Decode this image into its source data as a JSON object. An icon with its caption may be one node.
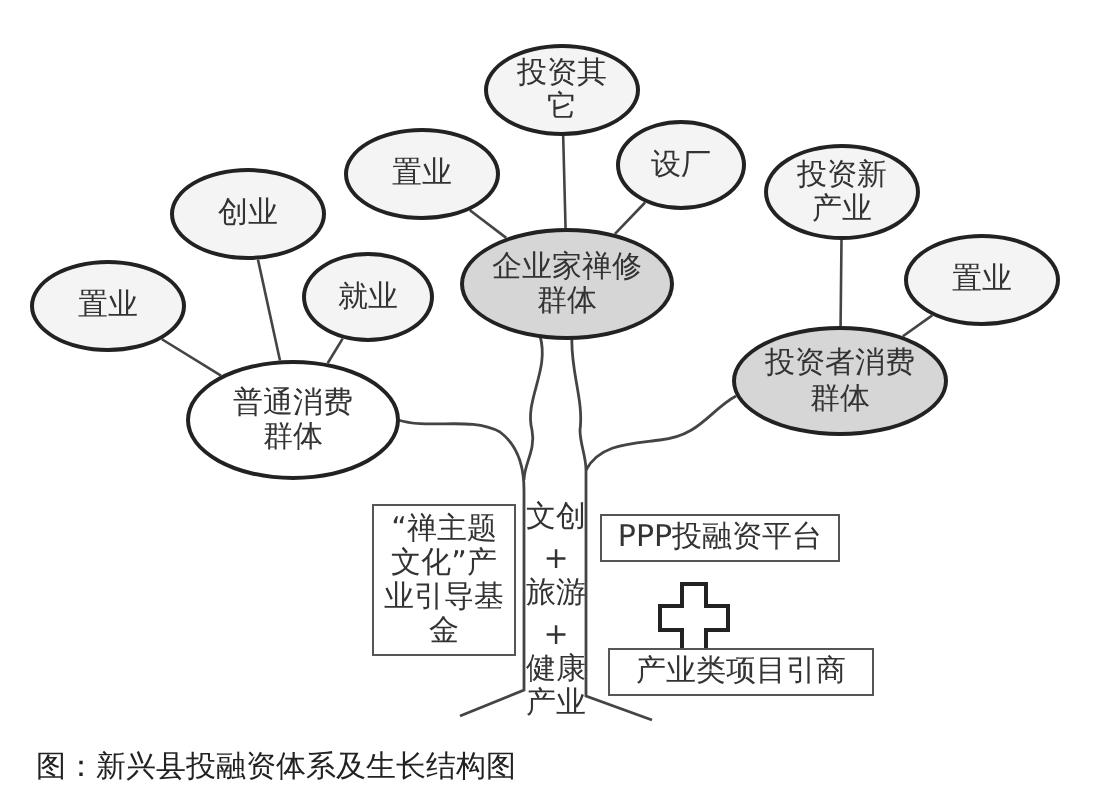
{
  "diagram": {
    "caption": "图：新兴县投融资体系及生长结构图",
    "nodes": [
      {
        "text": [
          "置业"
        ]
      },
      {
        "text": [
          "创业"
        ]
      },
      {
        "text": [
          "就业"
        ]
      },
      {
        "text": [
          "普通消费群体"
        ]
      },
      {
        "text": [
          "置业"
        ]
      },
      {
        "text": [
          "投资其它"
        ]
      },
      {
        "text": [
          "设厂"
        ]
      },
      {
        "text": [
          "企业家禅修群体"
        ]
      },
      {
        "text": [
          "投资新产业"
        ]
      },
      {
        "text": [
          "置业"
        ]
      },
      {
        "text": [
          "投资者消费群体"
        ]
      },
      {
        "text": [
          "“禅主题文化”产业引导基金"
        ]
      },
      {
        "text": [
          "PPP投融资平台"
        ]
      },
      {
        "text": [
          "产业类项目引商"
        ]
      }
    ],
    "edges": [
      {
        "from": 0,
        "to": 3,
        "arrow": "none"
      },
      {
        "from": 1,
        "to": 3,
        "arrow": "none"
      },
      {
        "from": 2,
        "to": 3,
        "arrow": "none"
      },
      {
        "from": 4,
        "to": 7,
        "arrow": "none"
      },
      {
        "from": 5,
        "to": 7,
        "arrow": "none"
      },
      {
        "from": 6,
        "to": 7,
        "arrow": "none"
      },
      {
        "from": 8,
        "to": 10,
        "arrow": "none"
      },
      {
        "from": 9,
        "to": 10,
        "arrow": "none"
      }
    ],
    "labels": [
      "文创",
      "+",
      "旅游",
      "+",
      "健康产业"
    ]
  }
}
